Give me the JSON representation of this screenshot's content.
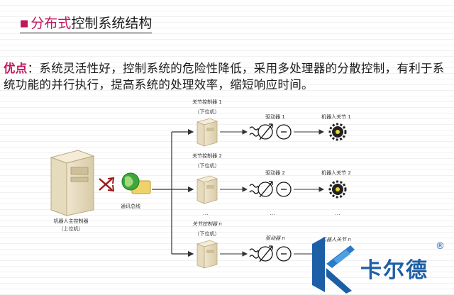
{
  "title": {
    "accent": "分布式",
    "rest": "控制系统结构"
  },
  "advantage": {
    "label": "优点",
    "text": "：系统灵活性好，控制系统的危险性降低，采用多处理器的分散控制，有利于系统功能的并行执行，提高系统的处理效率，缩短响应时间。"
  },
  "diagram": {
    "main_controller": {
      "line1": "机器人主控制器",
      "line2": "（上位机）"
    },
    "bus_label": "通讯总线",
    "rows": [
      {
        "controller": "关节控制器 1",
        "controller_sub": "（下位机）",
        "driver": "驱动器 1",
        "joint": "机器人关节 1"
      },
      {
        "controller": "关节控制器 2",
        "controller_sub": "（下位机）",
        "driver": "驱动器 2",
        "joint": "机器人关节 2"
      },
      {
        "controller": "关节控制器 n",
        "controller_sub": "（下位机）",
        "driver": "驱动器 n",
        "joint": "机器人关节 n"
      }
    ],
    "ellipsis": "…"
  },
  "logo": {
    "text": "卡尔德",
    "mark": "®"
  },
  "colors": {
    "accent": "#c0175d",
    "brand": "#1d5fa6",
    "line": "#333333"
  }
}
